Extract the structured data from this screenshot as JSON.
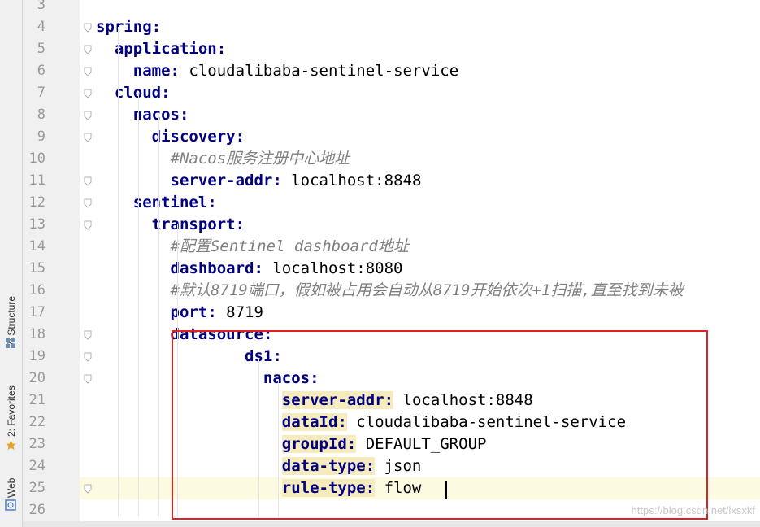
{
  "sidebar": {
    "structure": "7: Structure",
    "favorites": "2: Favorites",
    "web": "Web"
  },
  "editor": {
    "lines": [
      {
        "n": "3",
        "segs": []
      },
      {
        "n": "4",
        "segs": [
          {
            "t": "spring:",
            "c": "key"
          }
        ]
      },
      {
        "n": "5",
        "segs": [
          {
            "t": "  "
          },
          {
            "t": "application:",
            "c": "key"
          }
        ]
      },
      {
        "n": "6",
        "segs": [
          {
            "t": "    "
          },
          {
            "t": "name:",
            "c": "key"
          },
          {
            "t": " cloudalibaba-sentinel-service"
          }
        ]
      },
      {
        "n": "7",
        "segs": [
          {
            "t": "  "
          },
          {
            "t": "cloud:",
            "c": "key"
          }
        ]
      },
      {
        "n": "8",
        "segs": [
          {
            "t": "    "
          },
          {
            "t": "nacos:",
            "c": "key"
          }
        ]
      },
      {
        "n": "9",
        "segs": [
          {
            "t": "      "
          },
          {
            "t": "discovery:",
            "c": "key"
          }
        ]
      },
      {
        "n": "10",
        "segs": [
          {
            "t": "        "
          },
          {
            "t": "#Nacos服务注册中心地址",
            "c": "cmt"
          }
        ]
      },
      {
        "n": "11",
        "segs": [
          {
            "t": "        "
          },
          {
            "t": "server-addr:",
            "c": "key"
          },
          {
            "t": " localhost:8848"
          }
        ]
      },
      {
        "n": "12",
        "segs": [
          {
            "t": "    "
          },
          {
            "t": "sentinel:",
            "c": "key"
          }
        ]
      },
      {
        "n": "13",
        "segs": [
          {
            "t": "      "
          },
          {
            "t": "transport:",
            "c": "key"
          }
        ]
      },
      {
        "n": "14",
        "segs": [
          {
            "t": "        "
          },
          {
            "t": "#配置Sentinel dashboard地址",
            "c": "cmt"
          }
        ]
      },
      {
        "n": "15",
        "segs": [
          {
            "t": "        "
          },
          {
            "t": "dashboard:",
            "c": "key"
          },
          {
            "t": " localhost:8080"
          }
        ]
      },
      {
        "n": "16",
        "segs": [
          {
            "t": "        "
          },
          {
            "t": "#默认8719端口，假如被占用会自动从8719开始依次+1扫描,直至找到未被",
            "c": "cmt"
          }
        ]
      },
      {
        "n": "17",
        "segs": [
          {
            "t": "        "
          },
          {
            "t": "port:",
            "c": "key"
          },
          {
            "t": " 8719"
          }
        ]
      },
      {
        "n": "18",
        "segs": [
          {
            "t": "        "
          },
          {
            "t": "datasource:",
            "c": "key"
          }
        ]
      },
      {
        "n": "19",
        "segs": [
          {
            "t": "                "
          },
          {
            "t": "ds1:",
            "c": "key"
          }
        ]
      },
      {
        "n": "20",
        "segs": [
          {
            "t": "                  "
          },
          {
            "t": "nacos:",
            "c": "key"
          }
        ]
      },
      {
        "n": "21",
        "segs": [
          {
            "t": "                    "
          },
          {
            "t": "server-addr:",
            "c": "key hl"
          },
          {
            "t": " localhost:8848"
          }
        ]
      },
      {
        "n": "22",
        "segs": [
          {
            "t": "                    "
          },
          {
            "t": "dataId:",
            "c": "key hl"
          },
          {
            "t": " cloudalibaba-sentinel-service"
          }
        ]
      },
      {
        "n": "23",
        "segs": [
          {
            "t": "                    "
          },
          {
            "t": "groupId:",
            "c": "key hl"
          },
          {
            "t": " DEFAULT_GROUP"
          }
        ]
      },
      {
        "n": "24",
        "segs": [
          {
            "t": "                    "
          },
          {
            "t": "data-type:",
            "c": "key hl"
          },
          {
            "t": " json"
          }
        ]
      },
      {
        "n": "25",
        "segs": [
          {
            "t": "                    "
          },
          {
            "t": "rule-type:",
            "c": "key hl"
          },
          {
            "t": " flow"
          }
        ]
      },
      {
        "n": "26",
        "segs": []
      }
    ]
  },
  "watermark": "https://blog.csdn.net/lxsxkf",
  "colors": {
    "key": "#000080",
    "comment": "#808080",
    "highlight": "#f6ebbc",
    "box": "#e02020"
  }
}
